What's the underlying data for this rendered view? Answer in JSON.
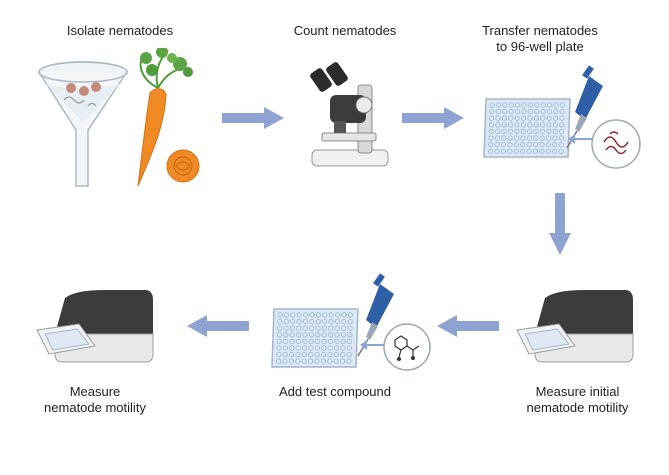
{
  "steps": [
    {
      "id": "isolate",
      "label_lines": [
        "Isolate nematodes"
      ]
    },
    {
      "id": "count",
      "label_lines": [
        "Count nematodes"
      ]
    },
    {
      "id": "transfer",
      "label_lines": [
        "Transfer nematodes",
        "to 96-well plate"
      ]
    },
    {
      "id": "measure-initial",
      "label_lines": [
        "Measure initial",
        "nematode motility"
      ]
    },
    {
      "id": "add-compound",
      "label_lines": [
        "Add test compound"
      ]
    },
    {
      "id": "measure-final",
      "label_lines": [
        "Measure",
        "nematode motility"
      ]
    }
  ],
  "colors": {
    "arrow": "#8fa3d2",
    "plate": "#dfe8f2",
    "plate_edge": "#9fb6cc",
    "well": "#9fc2dc",
    "pipette": "#2f5fa6",
    "carrot": "#f08a24",
    "leaf": "#4f9a3a",
    "reader_dark": "#3c3c3c",
    "reader_light": "#e9e9ec"
  },
  "icons": [
    "funnel-icon",
    "carrot-icon",
    "microscope-icon",
    "well-plate-icon",
    "pipette-icon",
    "nematode-inset-icon",
    "plate-reader-icon",
    "compound-inset-icon"
  ]
}
